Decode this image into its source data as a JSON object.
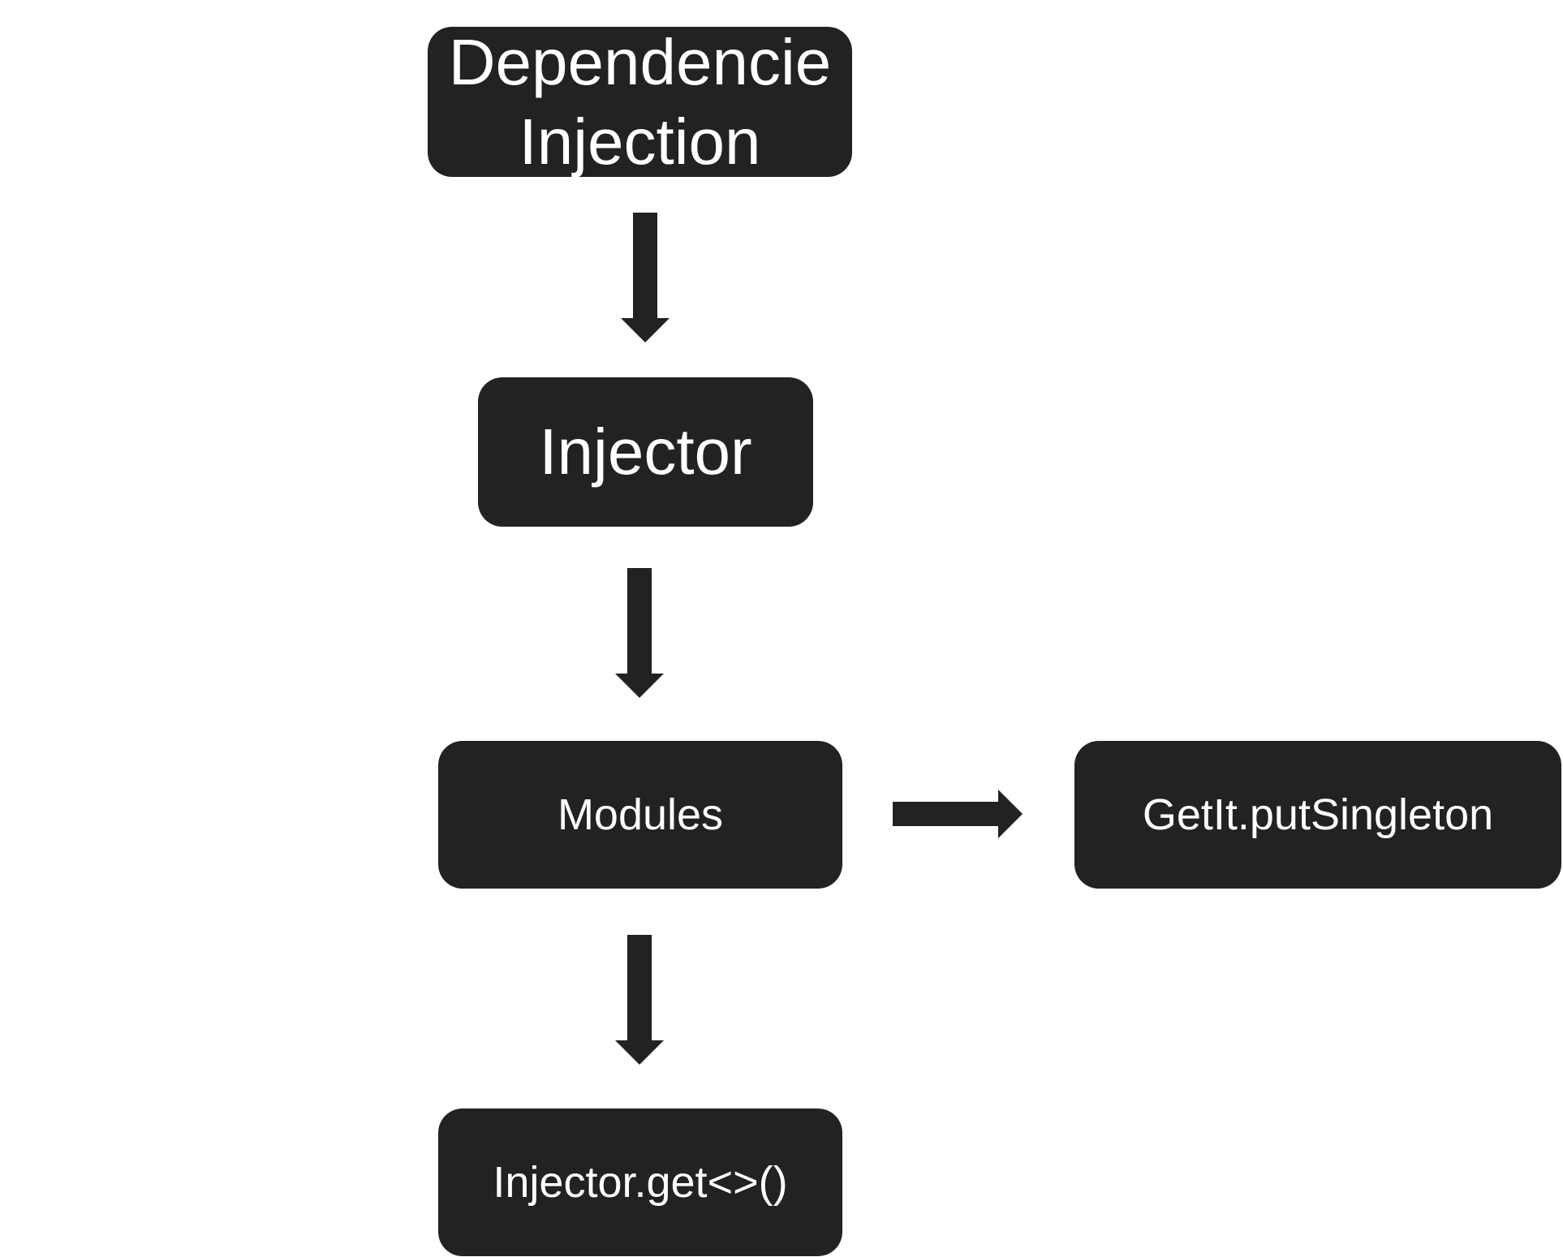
{
  "diagram": {
    "nodes": [
      {
        "id": "di",
        "label": "Dependencie Injection"
      },
      {
        "id": "injector",
        "label": "Injector"
      },
      {
        "id": "modules",
        "label": "Modules"
      },
      {
        "id": "getit",
        "label": "GetIt.putSingleton"
      },
      {
        "id": "get",
        "label": "Injector.get<>()"
      }
    ],
    "edges": [
      {
        "from": "di",
        "to": "injector"
      },
      {
        "from": "injector",
        "to": "modules"
      },
      {
        "from": "modules",
        "to": "getit"
      },
      {
        "from": "modules",
        "to": "get"
      }
    ],
    "colors": {
      "node_fill": "#222222",
      "node_text": "#ffffff",
      "arrow": "#222222",
      "background": "#ffffff"
    }
  }
}
